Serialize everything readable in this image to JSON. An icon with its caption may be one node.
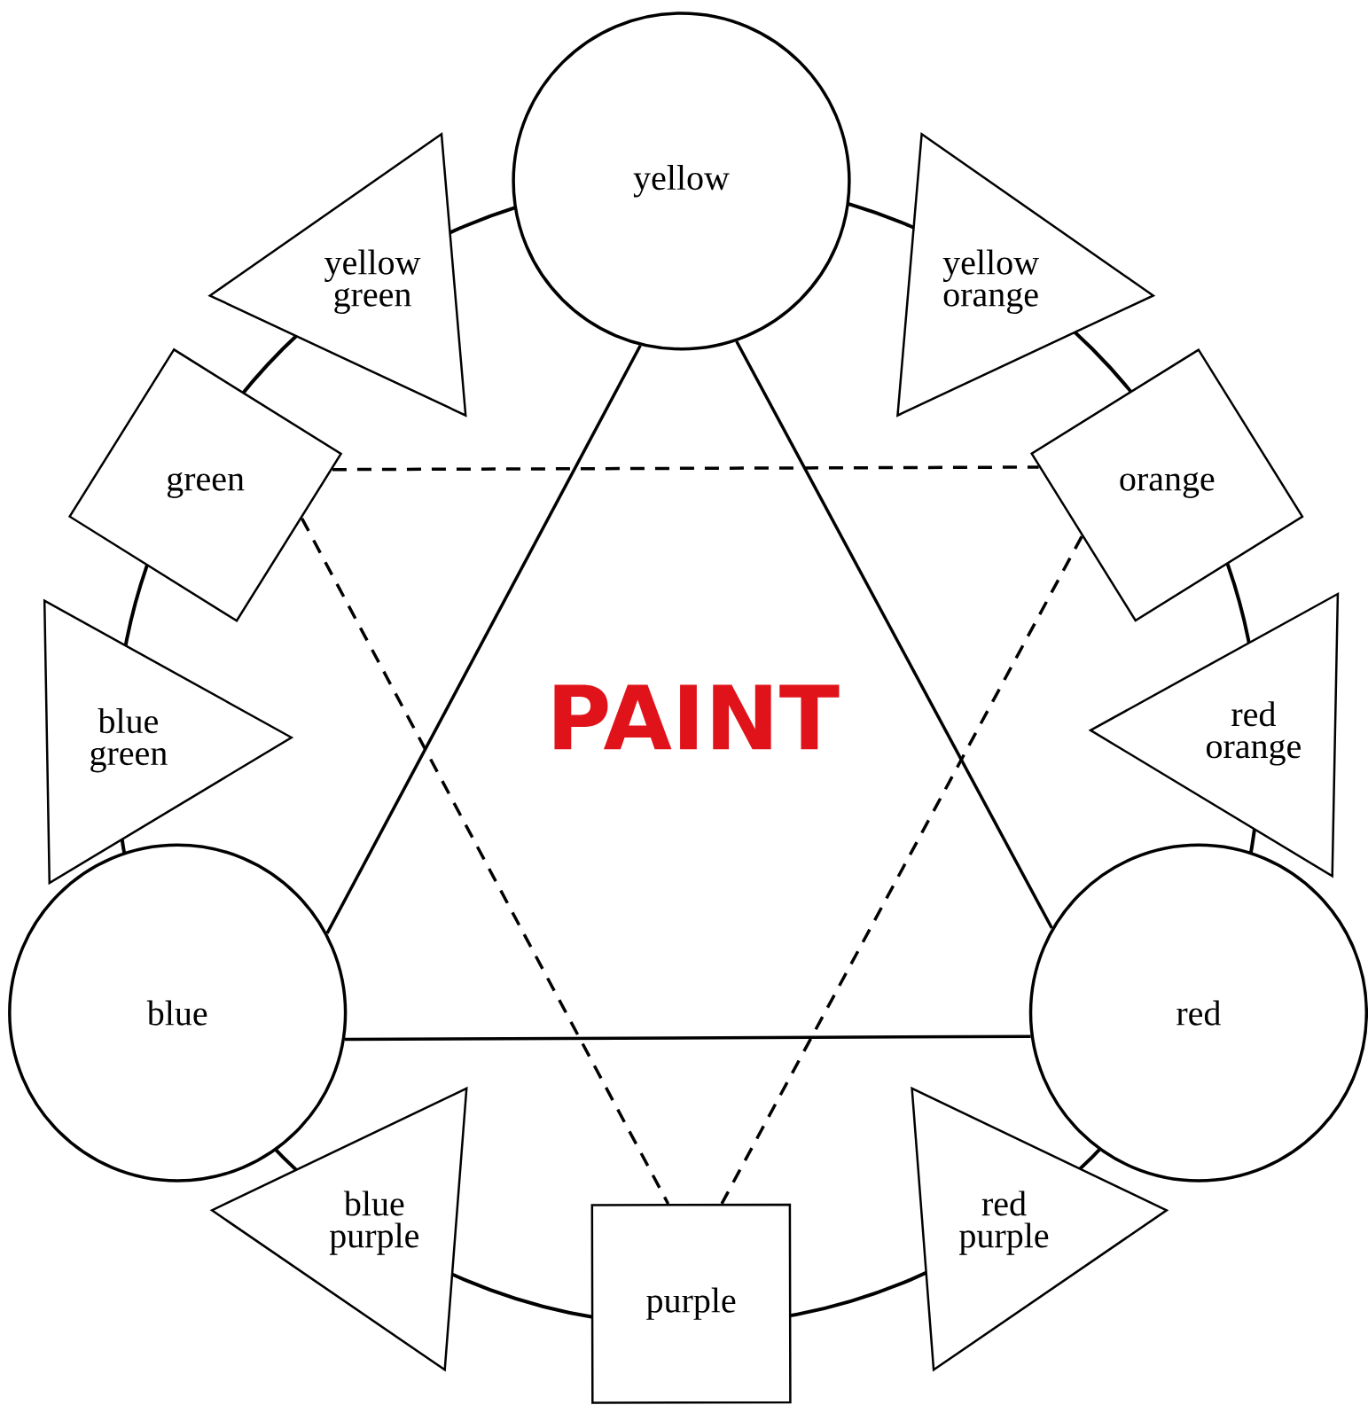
{
  "diagram": {
    "title": "PAINT",
    "nodes": [
      {
        "text": [
          "yellow"
        ]
      },
      {
        "text": [
          "yellow green"
        ]
      },
      {
        "text": [
          "yellow orange"
        ]
      },
      {
        "text": [
          "green"
        ]
      },
      {
        "text": [
          "orange"
        ]
      },
      {
        "text": [
          "blue green"
        ]
      },
      {
        "text": [
          "red orange"
        ]
      },
      {
        "text": [
          "blue"
        ]
      },
      {
        "text": [
          "red"
        ]
      },
      {
        "text": [
          "blue purple"
        ]
      },
      {
        "text": [
          "red purple"
        ]
      },
      {
        "text": [
          "purple"
        ]
      }
    ],
    "edges": [
      {
        "from": 0,
        "to": 7,
        "arrow": "none"
      },
      {
        "from": 0,
        "to": 8,
        "arrow": "none"
      },
      {
        "from": 7,
        "to": 8,
        "arrow": "none"
      },
      {
        "from": 3,
        "to": 4,
        "arrow": "none",
        "style": "dashed"
      },
      {
        "from": 3,
        "to": 11,
        "arrow": "none",
        "style": "dashed"
      },
      {
        "from": 4,
        "to": 11,
        "arrow": "none",
        "style": "dashed"
      }
    ]
  }
}
